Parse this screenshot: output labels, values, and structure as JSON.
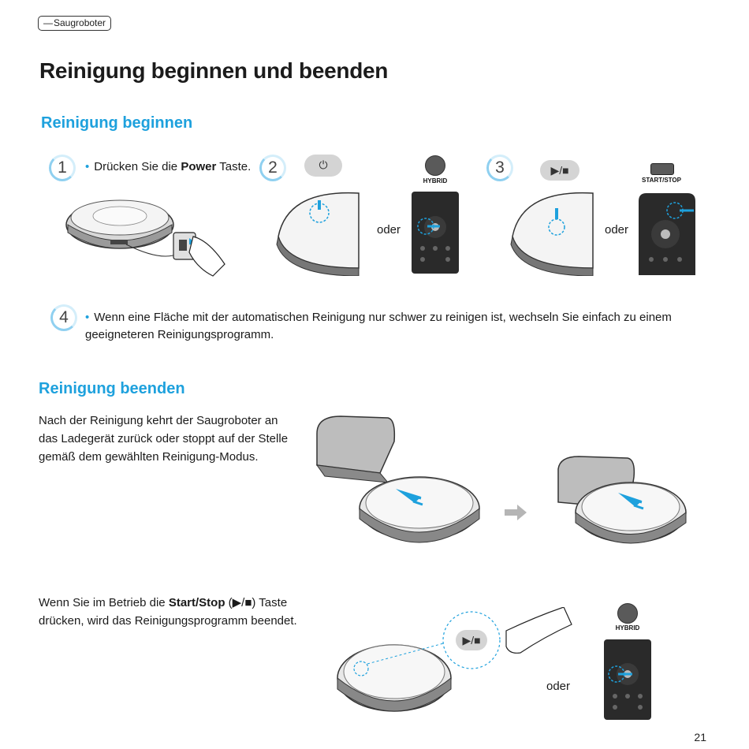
{
  "header": {
    "section_tag": "Saugroboter"
  },
  "title": "Reinigung beginnen und beenden",
  "start": {
    "heading": "Reinigung beginnen",
    "steps": [
      {
        "num": "1",
        "text_before": "Drücken Sie die ",
        "text_bold": "Power",
        "text_after": " Taste."
      },
      {
        "num": "2"
      },
      {
        "num": "3"
      },
      {
        "num": "4",
        "text": "Wenn eine Fläche mit der automatischen Reinigung nur schwer zu reinigen ist, wechseln Sie einfach zu einem geeigneteren Reinigungsprogramm."
      }
    ],
    "oder": "oder",
    "hybrid_caption": "HYBRID",
    "startstop_caption": "START/STOP",
    "pill_symbol": "▶/■"
  },
  "stop": {
    "heading": "Reinigung beenden",
    "paragraph1": "Nach der Reinigung kehrt der Saugroboter an das Ladegerät zurück oder stoppt auf der Stelle gemäß dem gewählten Reinigung-Modus.",
    "paragraph2_before": "Wenn Sie im Betrieb die ",
    "paragraph2_bold": "Start/Stop",
    "paragraph2_symbol": " (▶/■)",
    "paragraph2_after": " Taste drücken, wird das Reinigungsprogramm beendet.",
    "oder": "oder",
    "hybrid_caption": "HYBRID",
    "pill_symbol": "▶/■"
  },
  "page_number": "21",
  "colors": {
    "accent": "#1ea1dd",
    "step_ring": "#8fd0f0",
    "text": "#1a1a1a"
  }
}
